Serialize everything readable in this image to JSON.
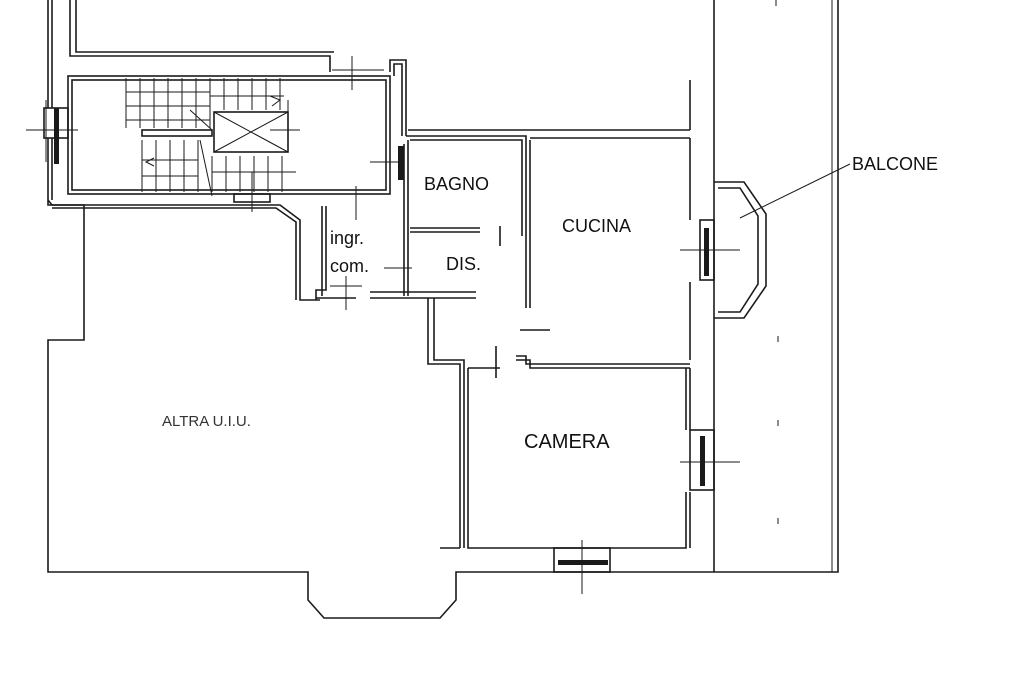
{
  "plan": {
    "rooms": {
      "bagno": "BAGNO",
      "cucina": "CUCINA",
      "dis": "DIS.",
      "ingr_line1": "ingr.",
      "ingr_line2": "com.",
      "camera": "CAMERA",
      "altra": "ALTRA U.I.U."
    },
    "callout": "BALCONE"
  }
}
